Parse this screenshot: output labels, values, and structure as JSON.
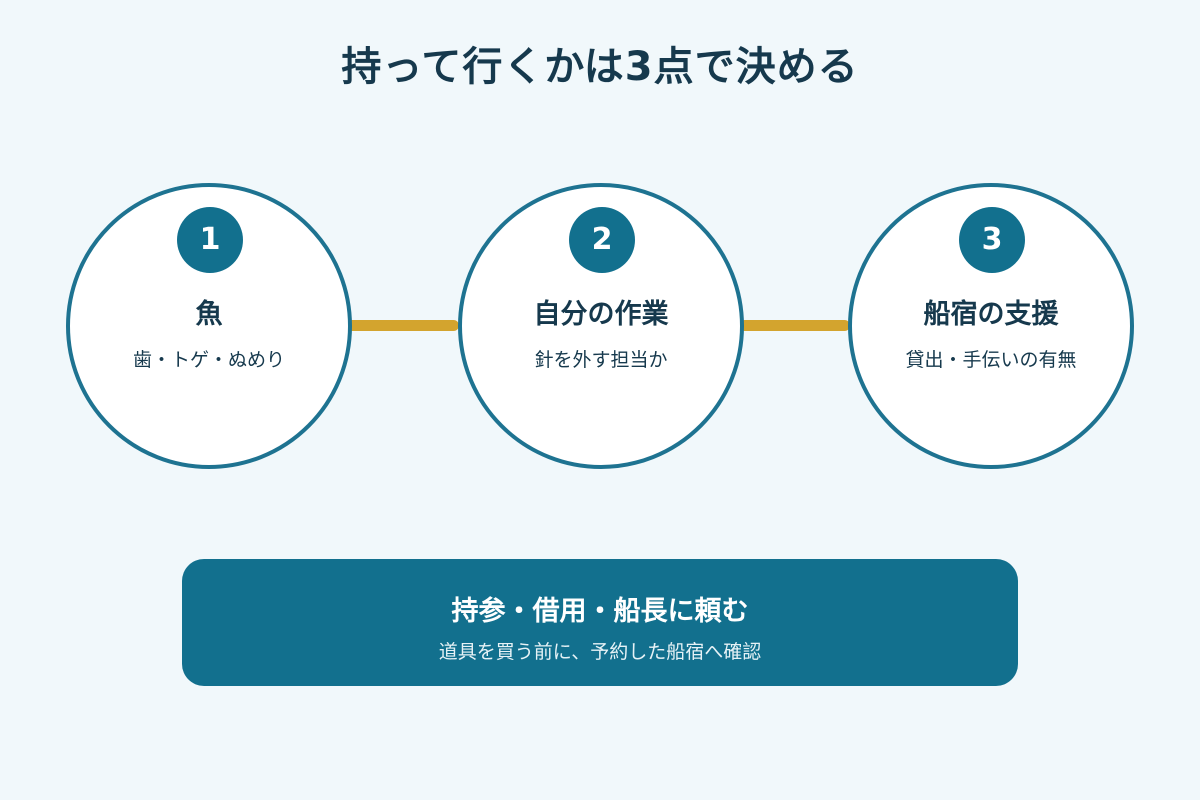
{
  "colors": {
    "background": "#f1f8fb",
    "primary": "#12708e",
    "circle_border": "#1e7391",
    "connector": "#d3a42e",
    "text": "#16394d"
  },
  "title": "持って行くかは3点で決める",
  "steps": [
    {
      "number": "1",
      "title": "魚",
      "description": "歯・トゲ・ぬめり"
    },
    {
      "number": "2",
      "title": "自分の作業",
      "description": "針を外す担当か"
    },
    {
      "number": "3",
      "title": "船宿の支援",
      "description": "貸出・手伝いの有無"
    }
  ],
  "banner": {
    "title": "持参・借用・船長に頼む",
    "subtitle": "道具を買う前に、予約した船宿へ確認"
  }
}
